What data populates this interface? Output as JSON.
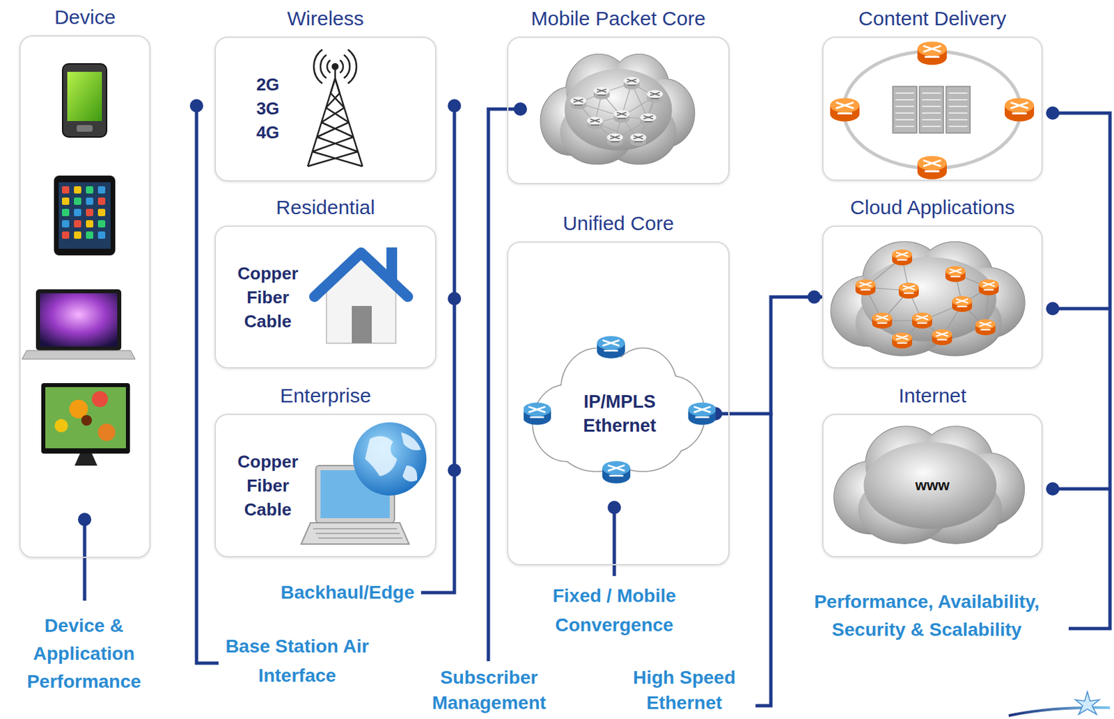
{
  "diagram": {
    "nodes": [
      {
        "text": [
          "Device"
        ]
      },
      {
        "text": [
          "Wireless",
          "2G 3G 4G"
        ]
      },
      {
        "text": [
          "Residential",
          "Copper Fiber Cable"
        ]
      },
      {
        "text": [
          "Enterprise",
          "Copper Fiber Cable"
        ]
      },
      {
        "text": [
          "Mobile Packet Core"
        ]
      },
      {
        "text": [
          "Unified Core"
        ]
      },
      {
        "text": [
          "IP/MPLS Ethernet"
        ],
        "in": 5
      },
      {
        "text": [
          "Content Delivery"
        ]
      },
      {
        "text": [
          "Cloud Applications"
        ]
      },
      {
        "text": [
          "Internet",
          "www"
        ]
      }
    ],
    "edges": [
      {
        "from": 6,
        "to": 8,
        "arrow": "none"
      }
    ],
    "labels": [
      "Device & Application Performance",
      "Base Station Air Interface",
      "Backhaul/Edge",
      "Fixed / Mobile Convergence",
      "Subscriber Management",
      "High Speed Ethernet",
      "Performance, Availability, Security & Scalability"
    ]
  }
}
